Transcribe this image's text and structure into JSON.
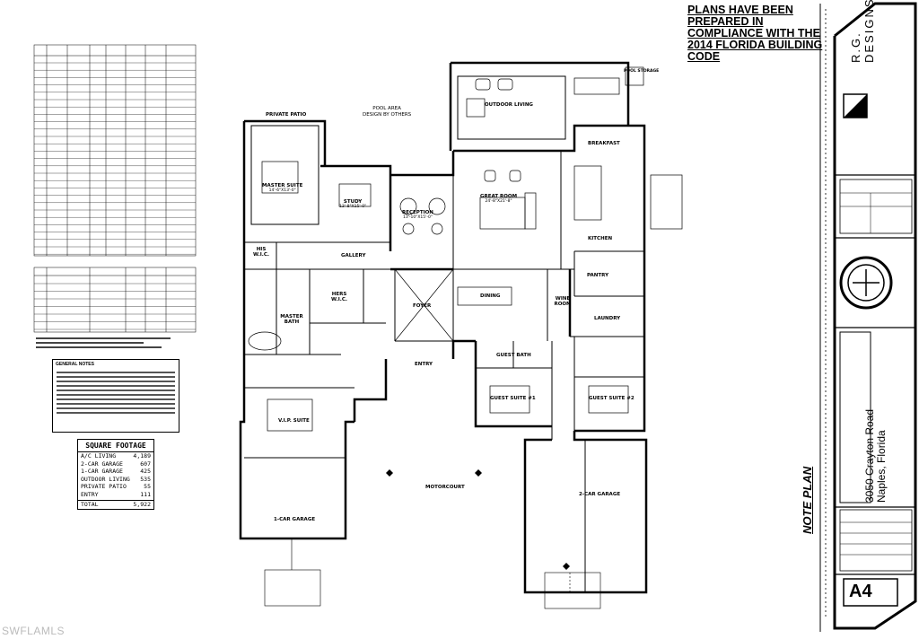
{
  "compliance_note": "PLANS HAVE BEEN PREPARED IN COMPLIANCE WITH THE 2014 FLORIDA BUILDING CODE",
  "title_block": {
    "firm": "R.G. DESIGNS",
    "address_line1": "3050 Crayton Road",
    "address_line2": "Naples, Florida",
    "sheet": "A4",
    "sheet_title": "NOTE PLAN"
  },
  "pool_note": "POOL AREA\nDESIGN BY OTHERS",
  "rooms": {
    "private_patio": "PRIVATE PATIO",
    "master_suite": "MASTER SUITE",
    "master_suite_dim": "14'-6\"X13'-0\"",
    "study": "STUDY",
    "study_dim": "13'-8\"X15'-0\"",
    "reception": "RECEPTION",
    "reception_dim": "13'-10\"X15'-0\"",
    "great_room": "GREAT ROOM",
    "great_room_dim": "24'-8\"X21'-8\"",
    "outdoor_living": "OUTDOOR LIVING",
    "breakfast": "BREAKFAST",
    "kitchen": "KITCHEN",
    "pantry": "PANTRY",
    "laundry": "LAUNDRY",
    "dining": "DINING",
    "wine_room": "WINE ROOM",
    "foyer": "FOYER",
    "entry": "ENTRY",
    "gallery": "GALLERY",
    "his_wic": "HIS W.I.C.",
    "hers_wic": "HERS W.I.C.",
    "master_bath": "MASTER BATH",
    "vip_suite": "V.I.P. SUITE",
    "guest_suite_1": "GUEST SUITE #1",
    "guest_suite_2": "GUEST SUITE #2",
    "guest_bath": "GUEST BATH",
    "garage_1": "1-CAR GARAGE",
    "garage_2": "2-CAR GARAGE",
    "motorcourt": "MOTORCOURT",
    "pool_storage": "POOL STORAGE"
  },
  "square_footage": {
    "title": "SQUARE FOOTAGE",
    "rows": [
      {
        "label": "A/C LIVING",
        "value": "4,189"
      },
      {
        "label": "2-CAR GARAGE",
        "value": "607"
      },
      {
        "label": "1-CAR GARAGE",
        "value": "425"
      },
      {
        "label": "OUTDOOR LIVING",
        "value": "535"
      },
      {
        "label": "PRIVATE PATIO",
        "value": "55"
      },
      {
        "label": "ENTRY",
        "value": "111"
      }
    ],
    "total_label": "TOTAL",
    "total_value": "5,922"
  },
  "general_notes_title": "GENERAL NOTES",
  "watermark": "SWFLAMLS"
}
